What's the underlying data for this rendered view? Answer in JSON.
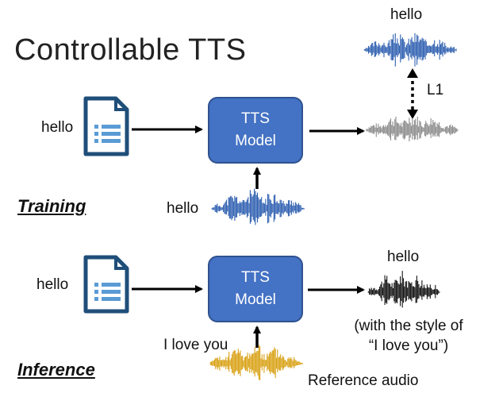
{
  "title": "Controllable TTS",
  "training": {
    "section_label": "Training",
    "text_input": "hello",
    "model_line1": "TTS",
    "model_line2": "Model",
    "reference_text": "hello",
    "target_label": "hello",
    "loss_label": "L1",
    "colors": {
      "model": "#4472c4",
      "reference_wave": "#2e5fb0",
      "target_wave": "#2e5fb0",
      "output_wave": "#8c8c8c"
    }
  },
  "inference": {
    "section_label": "Inference",
    "text_input": "hello",
    "model_line1": "TTS",
    "model_line2": "Model",
    "reference_text": "I love you",
    "output_label": "hello",
    "style_note_line1": "(with the style of",
    "style_note_line2": "“I love you”)",
    "reference_audio_label": "Reference audio",
    "colors": {
      "model": "#4472c4",
      "reference_wave": "#d9a114",
      "output_wave": "#111111"
    }
  },
  "icons": {
    "document": "document-icon",
    "waveform": "waveform-icon"
  }
}
